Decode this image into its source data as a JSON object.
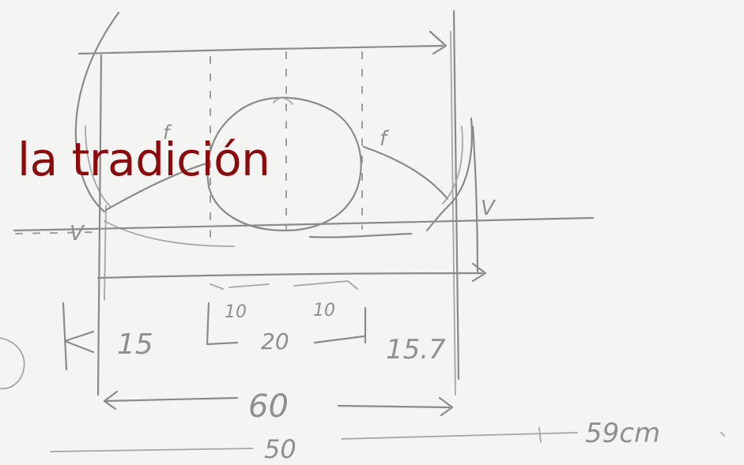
{
  "title": "la tradición",
  "sketch": {
    "label_f_left": "f",
    "label_f_right": "f",
    "label_v_left": "V",
    "label_v_right": "V",
    "dim_10_left": "10",
    "dim_10_right": "10",
    "dim_15_left": "15",
    "dim_20": "20",
    "dim_15_right": "15.7",
    "dim_60": "60",
    "dim_50": "50",
    "dim_59": "59cm"
  },
  "colors": {
    "title": "#8b0a0c",
    "pencil": "#8a8a88",
    "paper": "#f4f4f2"
  }
}
